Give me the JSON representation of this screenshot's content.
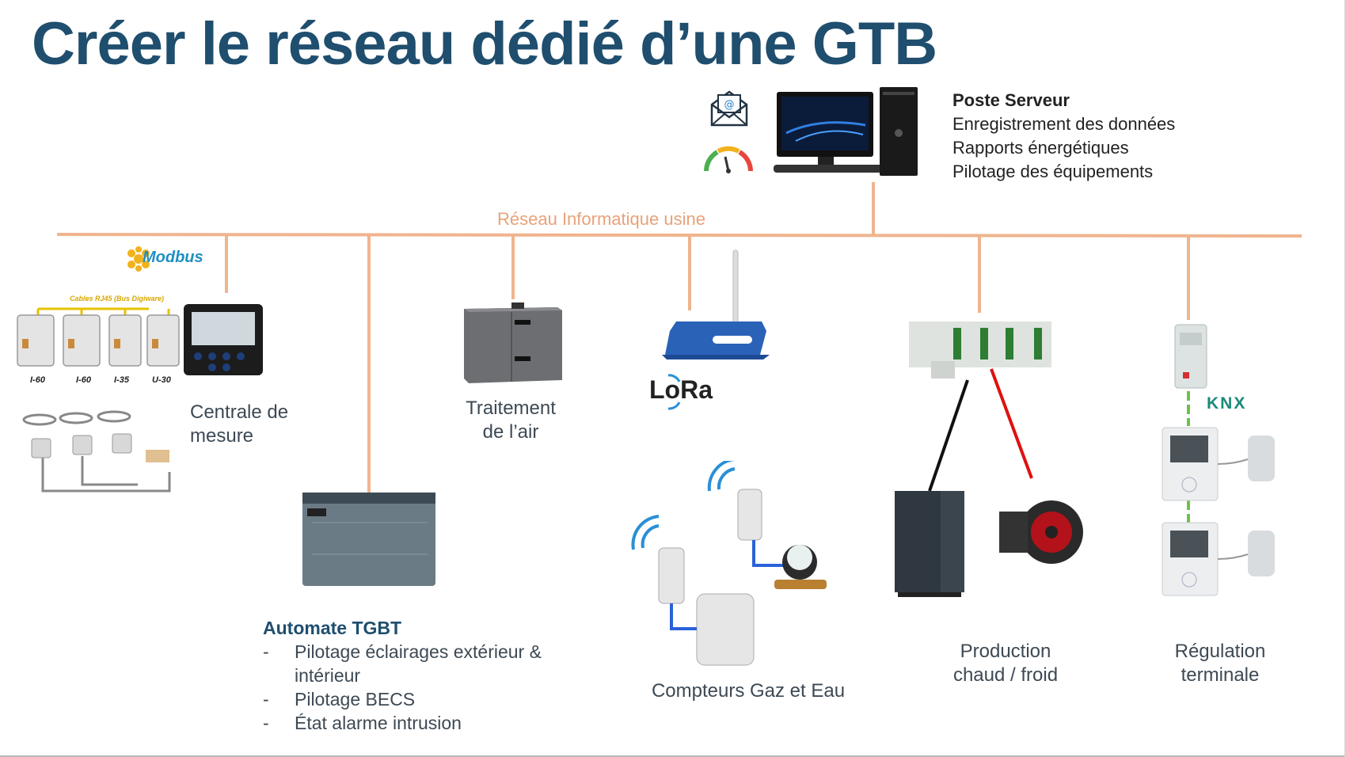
{
  "title": "Créer le réseau dédié d’une GTB",
  "server": {
    "heading": "Poste Serveur",
    "lines": [
      "Enregistrement des données",
      "Rapports énergétiques",
      "Pilotage des équipements"
    ]
  },
  "network_label": "Réseau Informatique usine",
  "modbus_logo": "Modbus",
  "rj45_caption": "Cables RJ45 (Bus Digiware)",
  "meter_labels": [
    "I-60",
    "I-60",
    "I-35",
    "U-30"
  ],
  "nodes": {
    "centrale": {
      "line1": "Centrale de",
      "line2": "mesure"
    },
    "traitement": {
      "line1": "Traitement",
      "line2": "de l’air"
    },
    "lora": "LoRa",
    "compteurs": "Compteurs Gaz et Eau",
    "production": {
      "line1": "Production",
      "line2": "chaud / froid"
    },
    "regulation": {
      "line1": "Régulation",
      "line2": "terminale"
    },
    "knx": "KNX"
  },
  "automate": {
    "heading": "Automate TGBT",
    "items": [
      "Pilotage éclairages extérieur & intérieur",
      "Pilotage BECS",
      "État alarme intrusion"
    ],
    "item1_a": "Pilotage éclairages extérieur &",
    "item1_b": "intérieur",
    "dash": "-"
  },
  "icons": [
    "email-icon",
    "gauge-icon",
    "desktop-computer-icon",
    "lora-gateway-icon",
    "plc-icon",
    "boiler-icon",
    "pump-icon",
    "thermostat-icon",
    "wifi-icon"
  ],
  "colors": {
    "title": "#1f4e6e",
    "network_line": "#f0b48e",
    "network_text": "#e8a27a",
    "black_cable": "#111111",
    "red_cable": "#e01010",
    "knx_bus": "#6cc24a",
    "wireless": "#2a8fd6"
  }
}
